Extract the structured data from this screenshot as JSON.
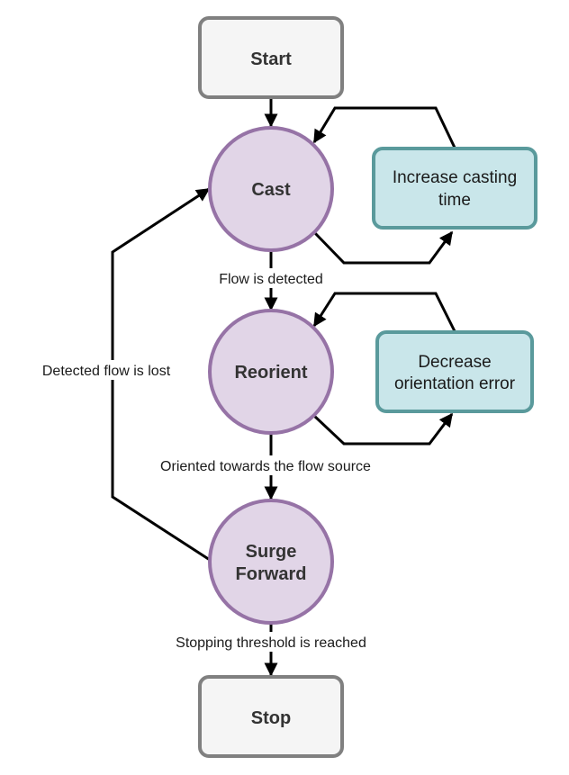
{
  "nodes": {
    "start": {
      "label": "Start"
    },
    "cast": {
      "label": "Cast"
    },
    "increase_casting_time": {
      "line1": "Increase casting",
      "line2": "time"
    },
    "reorient": {
      "label": "Reorient"
    },
    "decrease_orientation_error": {
      "line1": "Decrease",
      "line2": "orientation error"
    },
    "surge_forward": {
      "line1": "Surge",
      "line2": "Forward"
    },
    "stop": {
      "label": "Stop"
    }
  },
  "edges": {
    "flow_detected": "Flow is detected",
    "oriented": "Oriented towards the flow source",
    "stopping": "Stopping threshold is reached",
    "flow_lost": "Detected flow is lost"
  },
  "colors": {
    "terminal_fill": "#f5f5f5",
    "terminal_stroke": "#808080",
    "state_fill": "#e1d5e7",
    "state_stroke": "#9673a6",
    "action_fill": "#c9e6ea",
    "action_stroke": "#5a9a9c"
  }
}
